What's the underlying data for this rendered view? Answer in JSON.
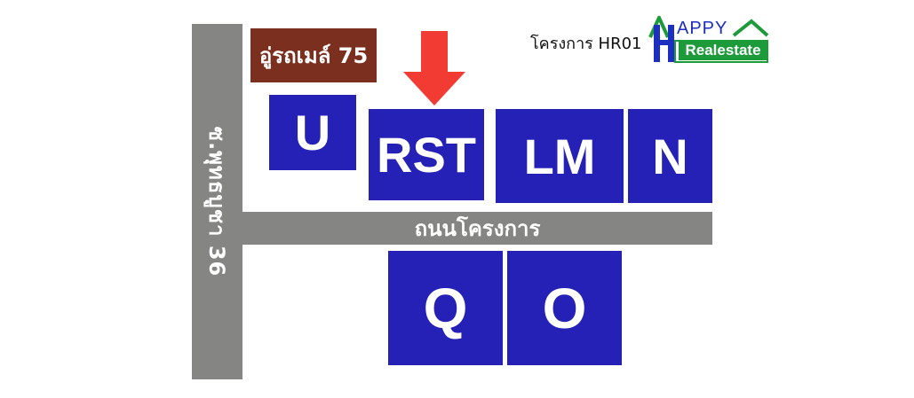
{
  "roads": {
    "vertical_label": "ซ.พุทธบูชา 36",
    "horizontal_label": "ถนนโครงการ"
  },
  "garage": {
    "label": "อู่รถเมล์ 75"
  },
  "project": {
    "label": "โครงการ HR01"
  },
  "logo": {
    "happy": "APPY",
    "realestate": "Realestate"
  },
  "lots": {
    "u": "U",
    "rst": "RST",
    "lm": "LM",
    "n": "N",
    "q": "Q",
    "o": "O"
  },
  "colors": {
    "lot": "#2521b6",
    "road": "#858583",
    "garage": "#7a2f1f",
    "arrow": "#f23b33",
    "logo_blue": "#1d2fc0",
    "logo_green": "#1d9a3a"
  },
  "marker": {
    "icon": "down-arrow-icon"
  }
}
